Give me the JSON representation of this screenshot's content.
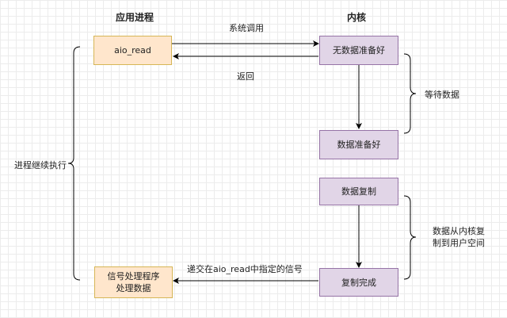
{
  "headings": {
    "app": "应用进程",
    "kernel": "内核"
  },
  "boxes": {
    "aio_read": "aio_read",
    "no_data": "无数据准备好",
    "data_ready": "数据准备好",
    "copy_data": "数据复制",
    "copy_done": "复制完成",
    "signal_handler_line1": "信号处理程序",
    "signal_handler_line2": "处理数据"
  },
  "edges": {
    "syscall": "系统调用",
    "return": "返回",
    "deliver_signal": "递交在aio_read中指定的信号"
  },
  "braces": {
    "process_continue": "进程继续执行",
    "wait_data": "等待数据",
    "copy_line1": "数据从内核复",
    "copy_line2": "制到用户空间"
  },
  "colors": {
    "app_fill": "#ffe6cc",
    "app_stroke": "#d6b656",
    "kernel_fill": "#e1d5e7",
    "kernel_stroke": "#9673a6",
    "line": "#000000"
  }
}
